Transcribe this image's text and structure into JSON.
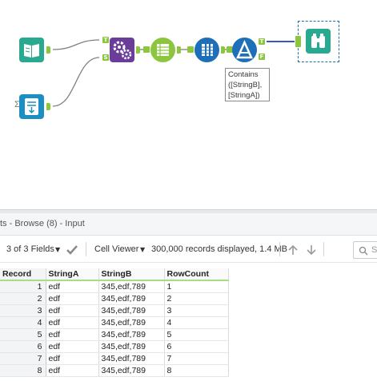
{
  "canvas": {
    "tools": [
      {
        "name": "input-data-tool",
        "icon": "book-icon",
        "color": "#28a990"
      },
      {
        "name": "text-input-tool",
        "icon": "text-input-icon",
        "color": "#1b8fc2"
      },
      {
        "name": "append-fields-tool",
        "icon": "gears-icon",
        "color": "#6a3d9a"
      },
      {
        "name": "record-id-tool",
        "icon": "table-stack-icon",
        "color": "#8cc63f"
      },
      {
        "name": "text-to-columns-tool",
        "icon": "split-columns-icon",
        "color": "#1c6fb8"
      },
      {
        "name": "filter-tool",
        "icon": "filter-icon",
        "color": "#1c6fb8"
      },
      {
        "name": "browse-tool",
        "icon": "binoculars-icon",
        "color": "#28a990"
      }
    ],
    "append_anchor_target": "T",
    "append_anchor_source": "S",
    "filter_anchor_true": "T",
    "filter_anchor_false": "F",
    "sigma_label": "Σ",
    "filter_annotation": [
      "Contains",
      "([StringB],",
      "[StringA])"
    ]
  },
  "results": {
    "title": "ts - Browse (8) - Input",
    "fields_label": "3 of 3 Fields",
    "viewer_label": "Cell Viewer",
    "records_info": "300,000 records displayed, 1.4 MB",
    "search_placeholder": "Se",
    "columns": [
      "Record",
      "StringA",
      "StringB",
      "RowCount"
    ],
    "rows": [
      [
        "1",
        "edf",
        "345,edf,789",
        "1"
      ],
      [
        "2",
        "edf",
        "345,edf,789",
        "2"
      ],
      [
        "3",
        "edf",
        "345,edf,789",
        "3"
      ],
      [
        "4",
        "edf",
        "345,edf,789",
        "4"
      ],
      [
        "5",
        "edf",
        "345,edf,789",
        "5"
      ],
      [
        "6",
        "edf",
        "345,edf,789",
        "6"
      ],
      [
        "7",
        "edf",
        "345,edf,789",
        "7"
      ],
      [
        "8",
        "edf",
        "345,edf,789",
        "8"
      ]
    ]
  },
  "colors": {
    "anchor": "#8cc63f",
    "connection": "#7f7f7f",
    "connection_selected": "#1c3fb8",
    "header_underline": "#a6dd86"
  }
}
